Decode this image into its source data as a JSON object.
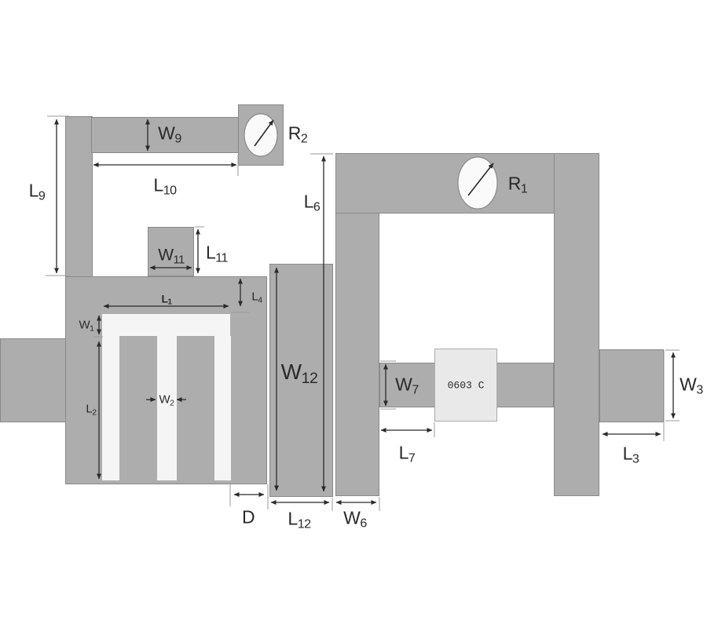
{
  "figure": {
    "background": "#ffffff",
    "conductor_color": "#adadad",
    "conductor_border": "#8a8a8a",
    "slot_color": "#f5f5f5",
    "capacitor_fill": "#e9e9e9",
    "capacitor_border": "#ababab",
    "ellipse_fill": "#fafafa",
    "dimension_color": "#2a2a2a",
    "extension_color": "#9a9a9a"
  },
  "components": {
    "resistor_r2": {
      "base": "R",
      "sub": "2"
    },
    "resistor_r1": {
      "base": "R",
      "sub": "1"
    },
    "capacitor": {
      "text": "0603 C"
    }
  },
  "dimensions": {
    "L9": {
      "base": "L",
      "sub": "9"
    },
    "W9": {
      "base": "W",
      "sub": "9"
    },
    "L10": {
      "base": "L",
      "sub": "10"
    },
    "W11": {
      "base": "W",
      "sub": "11"
    },
    "L11": {
      "base": "L",
      "sub": "11"
    },
    "L6": {
      "base": "L",
      "sub": "6"
    },
    "L4": {
      "base": "L",
      "sub": "4"
    },
    "L1": {
      "base": "L",
      "sub": "1"
    },
    "W1": {
      "base": "W",
      "sub": "1"
    },
    "L2": {
      "base": "L",
      "sub": "2"
    },
    "W2": {
      "base": "W",
      "sub": "2"
    },
    "W12": {
      "base": "W",
      "sub": "12"
    },
    "D": {
      "base": "D",
      "sub": ""
    },
    "L12": {
      "base": "L",
      "sub": "12"
    },
    "W6": {
      "base": "W",
      "sub": "6"
    },
    "W7": {
      "base": "W",
      "sub": "7"
    },
    "L7": {
      "base": "L",
      "sub": "7"
    },
    "L3": {
      "base": "L",
      "sub": "3"
    },
    "W3": {
      "base": "W",
      "sub": "3"
    }
  }
}
